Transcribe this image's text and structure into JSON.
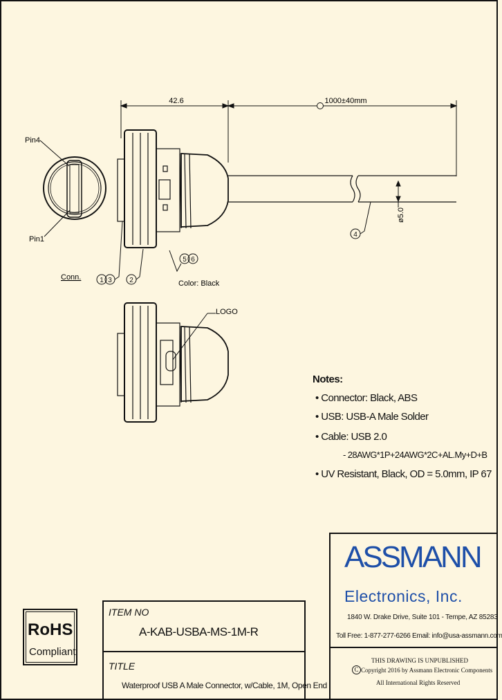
{
  "drawing": {
    "dim_length": "42.6",
    "dim_cable": "1000±40mm",
    "dim_diameter": "ø5.0",
    "pin4": "Pin4",
    "pin1": "Pin1",
    "conn": "Conn.",
    "balloon_1": "1",
    "balloon_3": "3",
    "balloon_2": "2",
    "balloon_4": "4",
    "balloon_5": "5",
    "balloon_6": "6",
    "color_label": "Color: Black",
    "logo": "LOGO"
  },
  "notes": {
    "title": "Notes:",
    "items": [
      "• Connector: Black, ABS",
      "• USB: USB-A Male Solder",
      "• Cable: USB 2.0",
      "- 28AWG*1P+24AWG*2C+AL.My+D+B",
      "• UV Resistant, Black, OD = 5.0mm, IP 67"
    ]
  },
  "rohs": {
    "line1": "RoHS",
    "line2": "Compliant"
  },
  "item": {
    "label": "ITEM NO",
    "value": "A-KAB-USBA-MS-1M-R"
  },
  "title_block": {
    "label": "TITLE",
    "value": "Waterproof USB A Male Connector, w/Cable, 1M, Open End"
  },
  "company": {
    "name_line1": "ASSMANN",
    "name_line2": "Electronics, Inc.",
    "address": "1840 W. Drake Drive, Suite 101 - Tempe, AZ 85283",
    "contact": "Toll Free: 1-877-277-6266   Email: info@usa-assmann.com",
    "unpublished": "THIS DRAWING IS UNPUBLISHED",
    "copyright_symbol": "C",
    "copyright": "Copyright 2016 by Assmann Electronic Components",
    "rights": "All International Rights Reserved"
  },
  "colors": {
    "background": "#fdf6e0",
    "ink": "#111111",
    "brand": "#1e4fa8"
  }
}
